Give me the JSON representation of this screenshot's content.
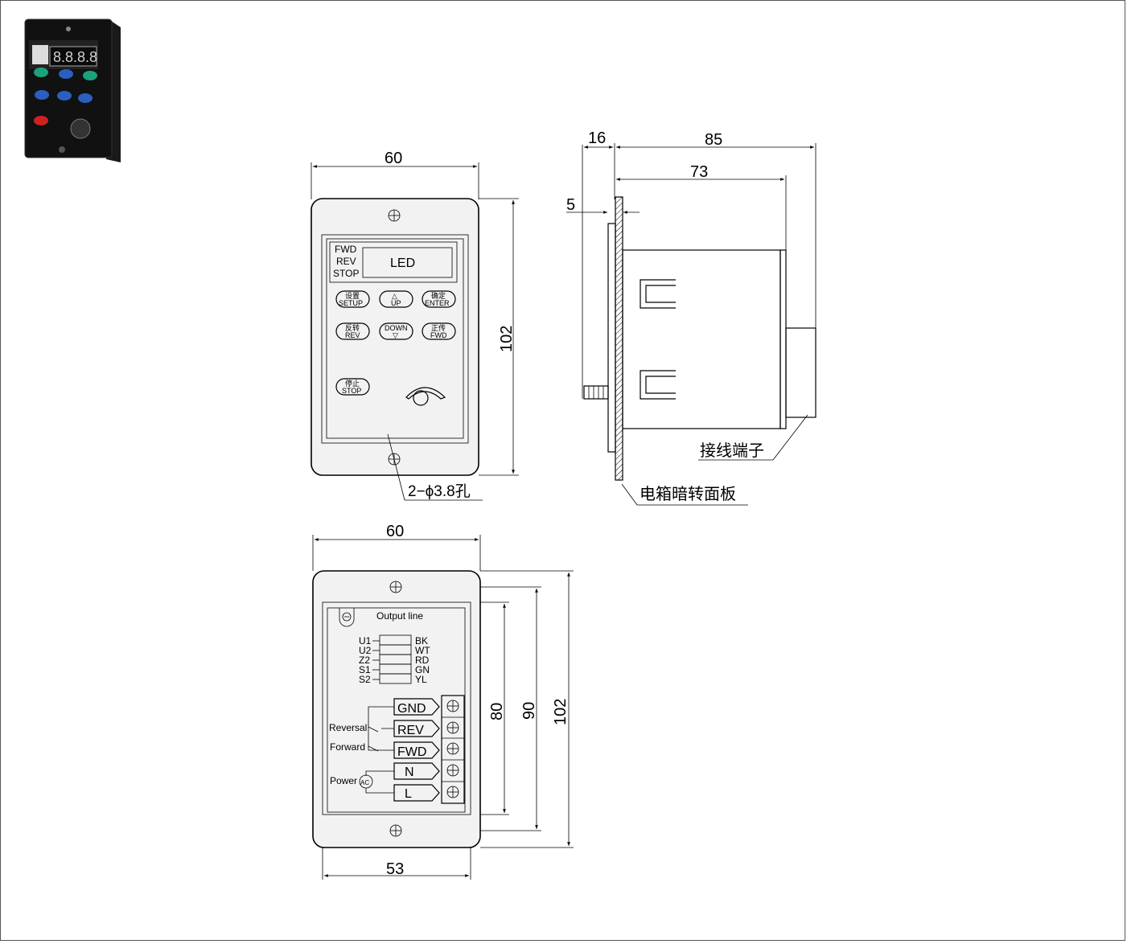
{
  "dimensions": {
    "front_width": "60",
    "front_height": "102",
    "side_bezel": "16",
    "side_total": "85",
    "side_body": "73",
    "side_panel": "5",
    "back_width": "60",
    "back_inner_width": "53",
    "back_h80": "80",
    "back_h90": "90",
    "back_h102": "102"
  },
  "front": {
    "status": [
      "FWD",
      "REV",
      "STOP"
    ],
    "display": "LED",
    "buttons": [
      {
        "cn": "设置",
        "en": "SETUP"
      },
      {
        "cn": "△",
        "en": "UP"
      },
      {
        "cn": "确定",
        "en": "ENTER"
      },
      {
        "cn": "反转",
        "en": "REV"
      },
      {
        "cn": "DOWN",
        "en": "▽"
      },
      {
        "cn": "正传",
        "en": "FWD"
      },
      {
        "cn": "停止",
        "en": "STOP"
      }
    ],
    "hole_label": "2−ϕ3.8孔"
  },
  "side": {
    "terminal_label": "接线端子",
    "panel_label": "电箱暗转面板"
  },
  "back": {
    "output_title": "Output line",
    "wires": [
      {
        "pin": "U1",
        "color": "BK"
      },
      {
        "pin": "U2",
        "color": "WT"
      },
      {
        "pin": "Z2",
        "color": "RD"
      },
      {
        "pin": "S1",
        "color": "GN"
      },
      {
        "pin": "S2",
        "color": "YL"
      }
    ],
    "terminals": [
      "GND",
      "REV",
      "FWD",
      "N",
      "L"
    ],
    "labels": {
      "reversal": "Reversal",
      "forward": "Forward",
      "power": "Power",
      "ac": "AC"
    }
  },
  "photo": {
    "led_text": "8.8.8.8"
  }
}
